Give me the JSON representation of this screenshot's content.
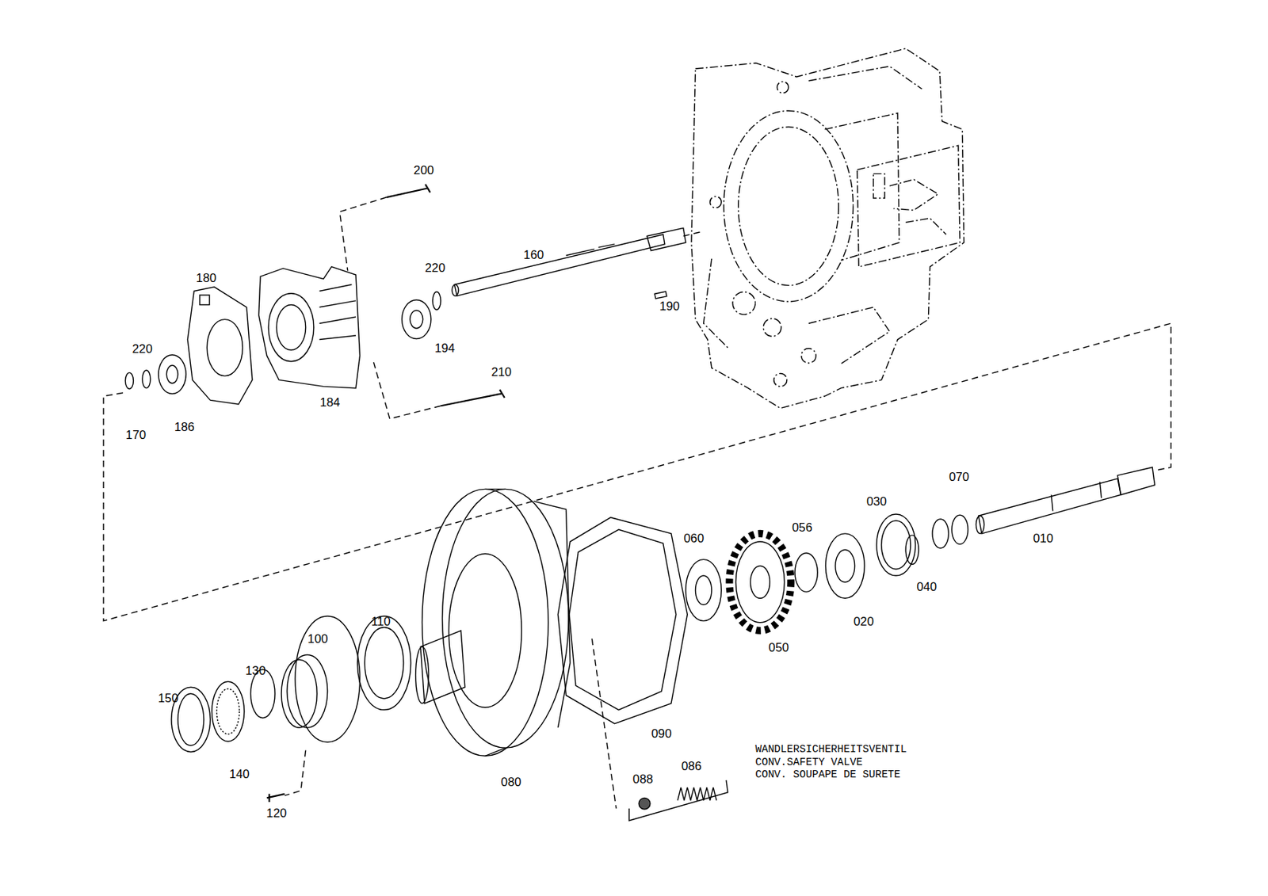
{
  "diagram": {
    "labels": [
      "200",
      "220",
      "160",
      "180",
      "190",
      "220",
      "194",
      "184",
      "210",
      "170",
      "186",
      "070",
      "030",
      "060",
      "056",
      "010",
      "040",
      "110",
      "050",
      "020",
      "100",
      "130",
      "150",
      "080",
      "090",
      "140",
      "088",
      "086",
      "120",
      "WANDLERSICHERHEITSVENTIL",
      "CONV.SAFETY VALVE",
      "CONV. SOUPAPE DE SURETE"
    ]
  }
}
